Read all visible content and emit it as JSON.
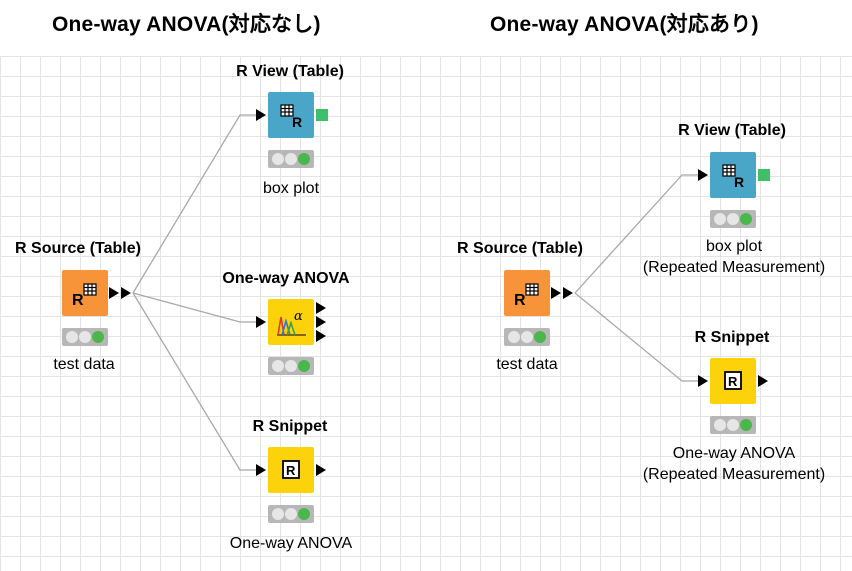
{
  "titles": {
    "left": "One-way ANOVA(対応なし)",
    "right": "One-way ANOVA(対応あり)"
  },
  "left": {
    "source": {
      "title": "R Source (Table)",
      "label": "test data",
      "icon": "r-table-icon",
      "color": "#f7943a"
    },
    "view": {
      "title": "R View (Table)",
      "label": "box plot",
      "icon": "r-table-view-icon",
      "color": "#4aa6c8"
    },
    "anova": {
      "title": "One-way ANOVA",
      "label": "",
      "icon": "anova-chart-icon",
      "color": "#fcd20b"
    },
    "snippet": {
      "title": "R Snippet",
      "label": "One-way ANOVA",
      "icon": "r-snippet-icon",
      "color": "#fcd20b"
    }
  },
  "right": {
    "source": {
      "title": "R Source (Table)",
      "label": "test data",
      "icon": "r-table-icon",
      "color": "#f7943a"
    },
    "view": {
      "title": "R View (Table)",
      "label_line1": "box plot",
      "label_line2": "(Repeated Measurement)",
      "icon": "r-table-view-icon",
      "color": "#4aa6c8"
    },
    "snippet": {
      "title": "R Snippet",
      "label_line1": "One-way ANOVA",
      "label_line2": "(Repeated Measurement)",
      "icon": "r-snippet-icon",
      "color": "#fcd20b"
    }
  },
  "icon_text": {
    "r": "R",
    "alpha": "α"
  }
}
